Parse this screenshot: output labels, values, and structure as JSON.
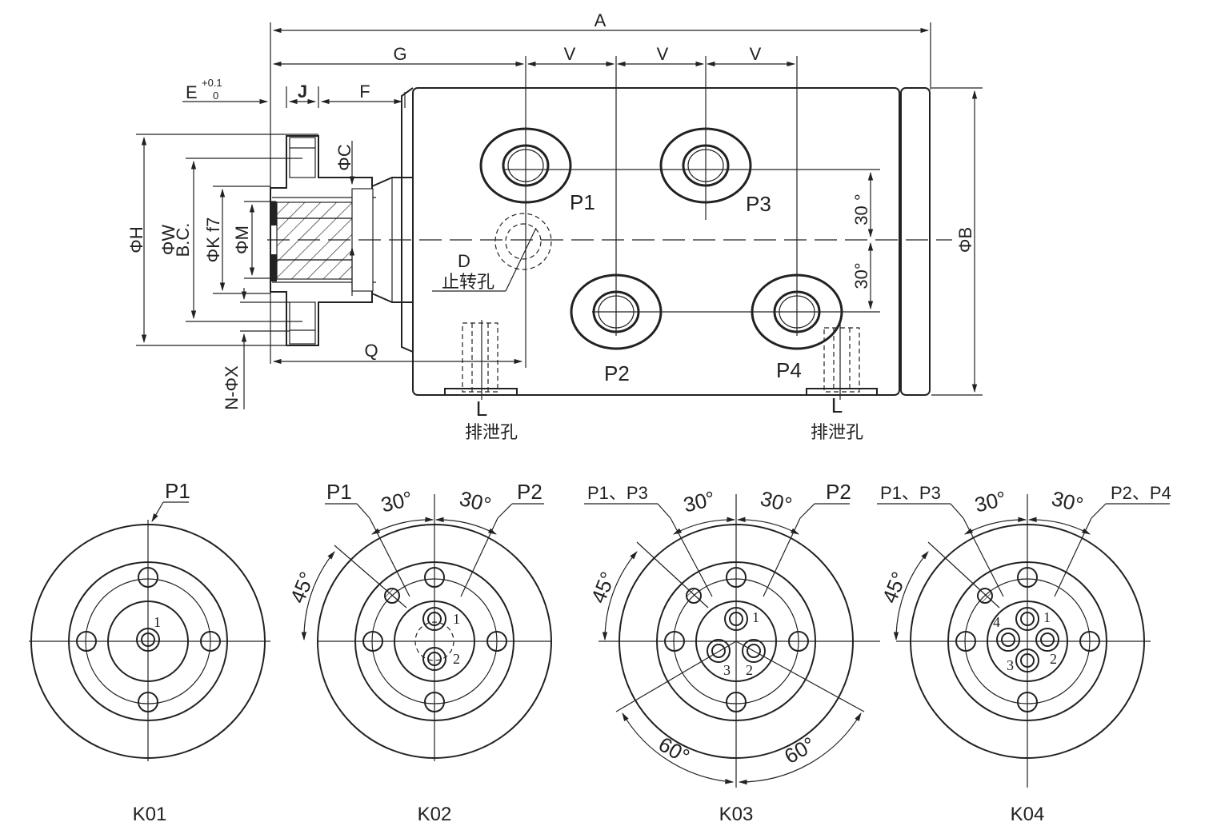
{
  "main_view": {
    "dims": {
      "A": "A",
      "G": "G",
      "V1": "V",
      "V2": "V",
      "V3": "V",
      "E": "E",
      "E_tol_upper": "+0.1",
      "E_tol_lower": "0",
      "J": "J",
      "F": "F",
      "C": "ΦC",
      "H": "ΦH",
      "W": "ΦW",
      "BC": "B.C.",
      "K": "ΦK f7",
      "M": "ΦM",
      "NX": "N-ΦX",
      "Q": "Q",
      "B": "ΦB",
      "ang1": "30 °",
      "ang2": "30°"
    },
    "ports": {
      "P1": "P1",
      "P2": "P2",
      "P3": "P3",
      "P4": "P4"
    },
    "D": "D",
    "anti_rotation": "止转孔",
    "L1": "L",
    "L2": "L",
    "drain1": "排泄孔",
    "drain2": "排泄孔"
  },
  "views": [
    {
      "caption": "K01",
      "top_label": "P1",
      "hole_labels": [
        "1"
      ]
    },
    {
      "caption": "K02",
      "left_label": "P1",
      "right_label": "P2",
      "ang_left": "30°",
      "ang_right": "30°",
      "ang_side": "45°",
      "hole_labels": [
        "1",
        "2"
      ]
    },
    {
      "caption": "K03",
      "left_label": "P1、P3",
      "right_label": "P2",
      "ang_left": "30°",
      "ang_right": "30°",
      "ang_side": "45°",
      "ang_bl": "60°",
      "ang_br": "60°",
      "hole_labels": [
        "1",
        "2",
        "3"
      ]
    },
    {
      "caption": "K04",
      "left_label": "P1、P3",
      "right_label": "P2、P4",
      "ang_left": "30°",
      "ang_right": "30°",
      "ang_side": "45°",
      "hole_labels": [
        "1",
        "2",
        "3",
        "4"
      ]
    }
  ]
}
